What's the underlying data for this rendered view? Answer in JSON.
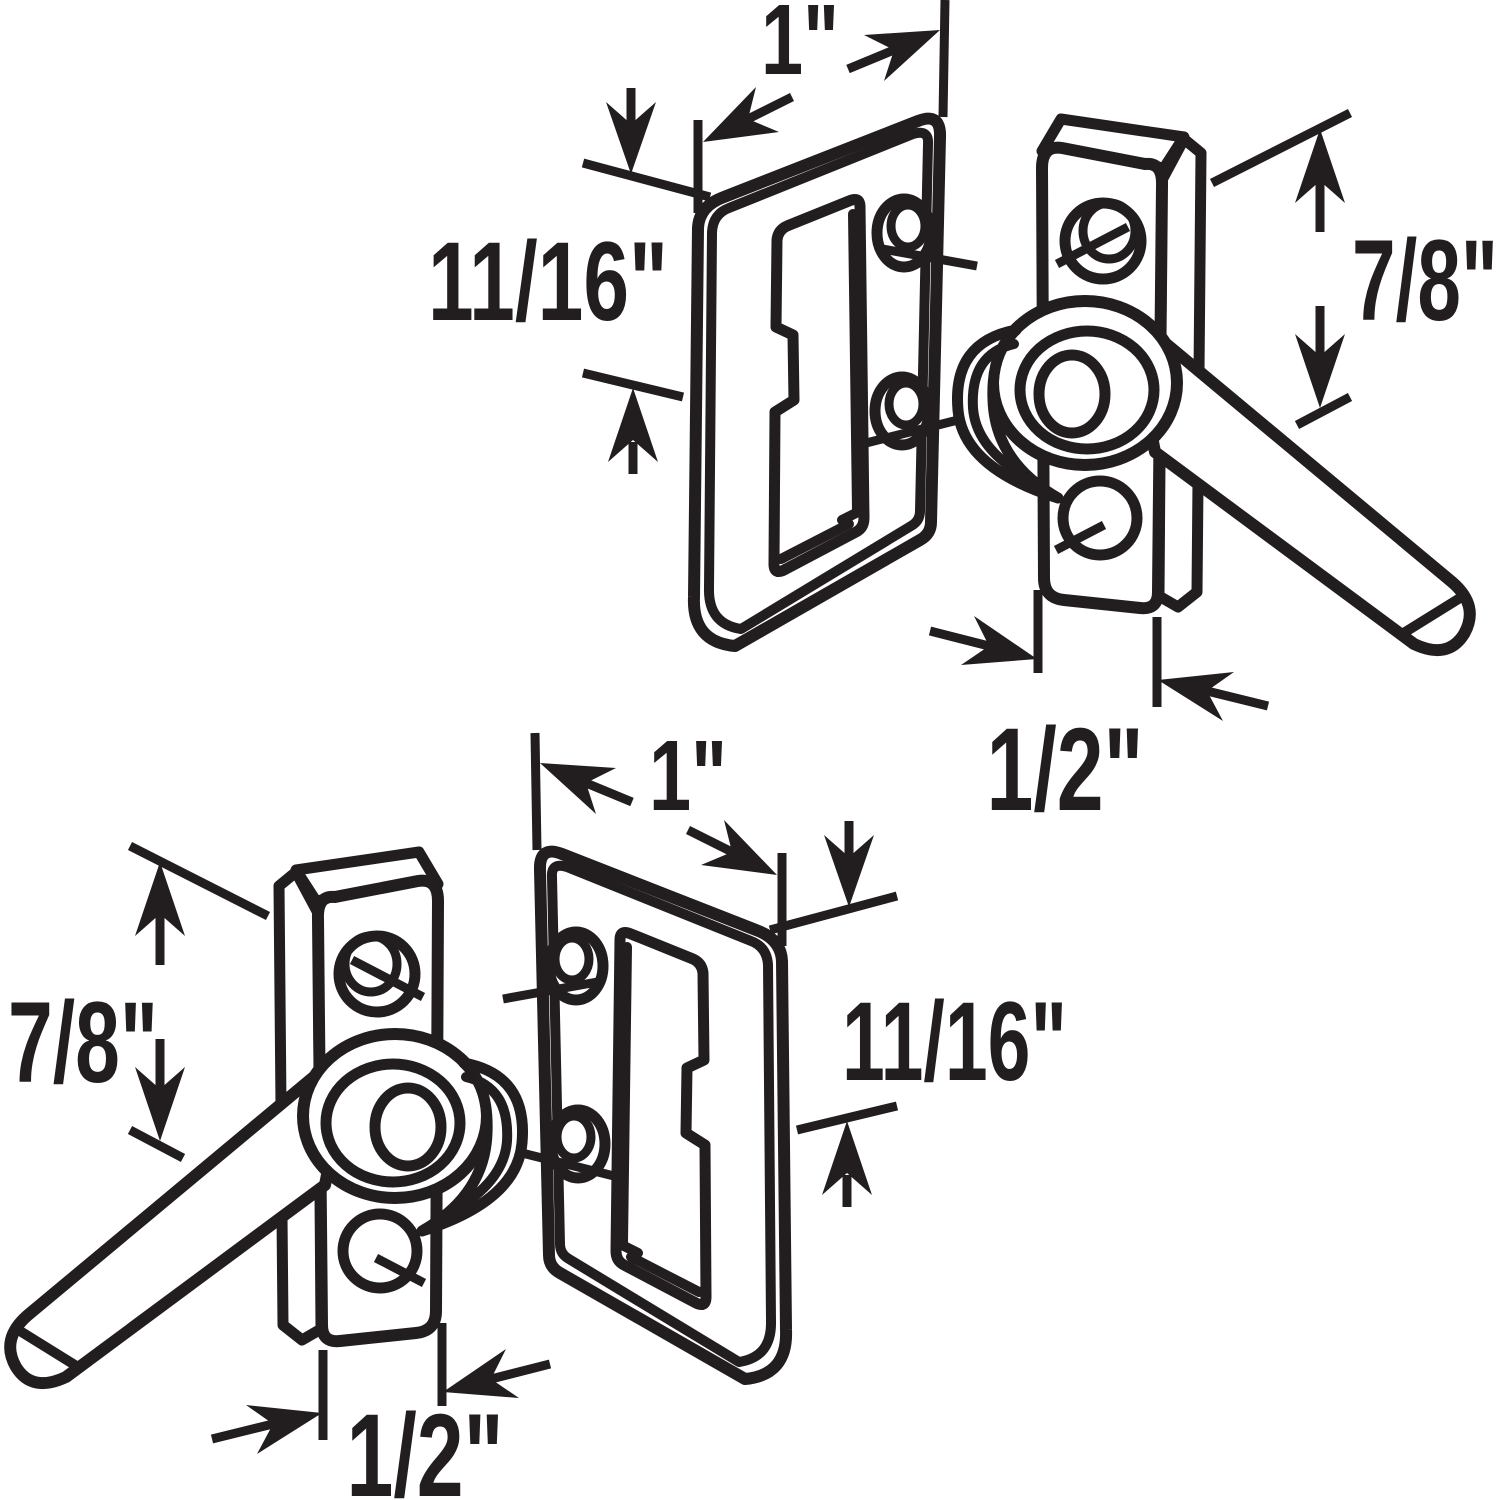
{
  "diagram": {
    "kind": "product-dimension-line-drawing",
    "subject": "Sliding window sash latch with lever cam and keeper strike plate, right-hand and left-hand pair",
    "colors": {
      "line": "#221e1f",
      "background": "#ffffff"
    },
    "assemblies": [
      {
        "name": "right-hand-assembly",
        "position": "top-right",
        "components": [
          "keeper-plate",
          "keeper-slot",
          "plate-screws",
          "latch-housing",
          "latch-screw",
          "cam-crescent",
          "pivot-hub",
          "latch-lever"
        ],
        "dimensions": {
          "keeper_width": "1\"",
          "keeper_slot_height": "11/16\"",
          "latch_height": "7/8\"",
          "latch_base_width": "1/2\""
        }
      },
      {
        "name": "left-hand-assembly",
        "position": "bottom-left",
        "components": [
          "keeper-plate",
          "keeper-slot",
          "plate-screws",
          "latch-housing",
          "latch-screw",
          "cam-crescent",
          "pivot-hub",
          "latch-lever"
        ],
        "dimensions": {
          "keeper_width": "1\"",
          "keeper_slot_height": "11/16\"",
          "latch_height": "7/8\"",
          "latch_base_width": "1/2\""
        }
      }
    ]
  }
}
